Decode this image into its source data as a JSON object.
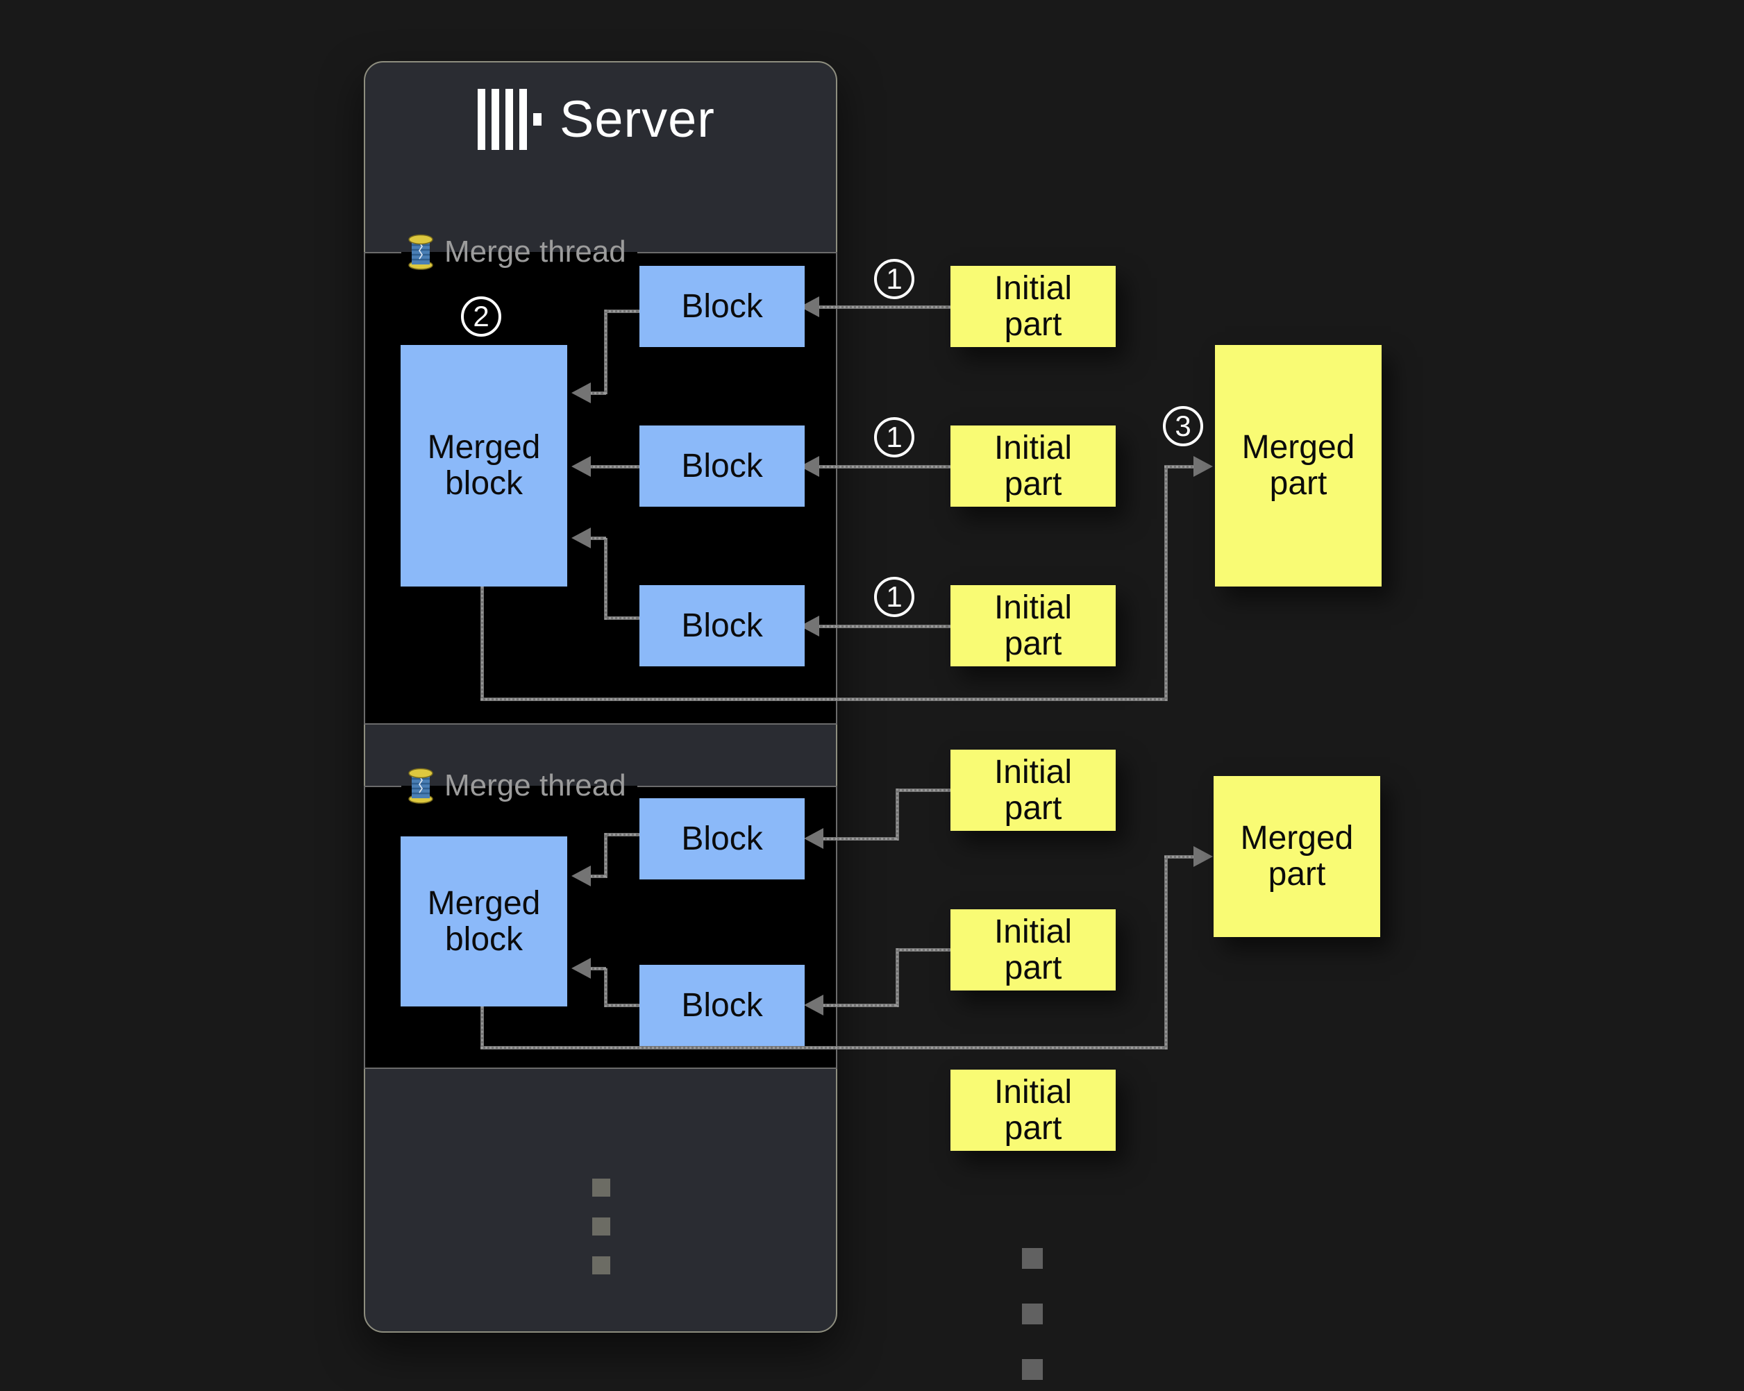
{
  "server": {
    "title": "Server"
  },
  "thread1": {
    "label": "Merge thread",
    "merged_block": "Merged block",
    "blocks": [
      "Block",
      "Block",
      "Block"
    ]
  },
  "thread2": {
    "label": "Merge thread",
    "merged_block": "Merged block",
    "blocks": [
      "Block",
      "Block"
    ]
  },
  "parts": {
    "initial1": "Initial part",
    "initial2": "Initial part",
    "initial3": "Initial part",
    "initial4": "Initial part",
    "initial5": "Initial part",
    "initial6": "Initial part",
    "merged1": "Merged part",
    "merged2": "Merged part"
  },
  "steps": {
    "s1": "1",
    "s2": "2",
    "s3": "3"
  },
  "icons": [
    "clickhouse-logo-icon",
    "thread-spool-icon"
  ],
  "colors": {
    "background": "#191919",
    "panel": "#2a2c32",
    "panel_border": "#8e8e7f",
    "thread_box": "#000000",
    "thread_box_border": "#6b6b6b",
    "block_blue": "#8bb9f9",
    "part_yellow": "#f9fb74",
    "arrow": "#747474",
    "legend_gray": "#9c9c9c",
    "badge_white": "#ffffff"
  }
}
